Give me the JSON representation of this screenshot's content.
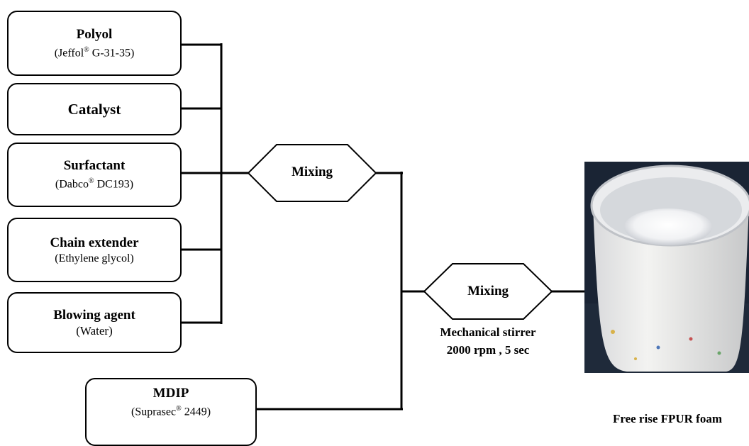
{
  "inputs": [
    {
      "id": "polyol",
      "name": "Polyol",
      "detail_pre": "(Jeffol",
      "detail_post": " G-31-35)"
    },
    {
      "id": "catalyst",
      "name": "Catalyst",
      "detail_pre": "",
      "detail_post": ""
    },
    {
      "id": "surfactant",
      "name": "Surfactant",
      "detail_pre": "(Dabco",
      "detail_post": " DC193)"
    },
    {
      "id": "chain-extender",
      "name": "Chain extender",
      "detail_pre": "(Ethylene glycol)",
      "detail_post": ""
    },
    {
      "id": "blowing-agent",
      "name": "Blowing agent",
      "detail_pre": "(Water)",
      "detail_post": ""
    }
  ],
  "mdip": {
    "name": "MDIP",
    "detail_pre": "(Suprasec",
    "detail_post": " 2449)"
  },
  "registered_mark": "®",
  "mixing1": {
    "label": "Mixing"
  },
  "mixing2": {
    "label": "Mixing",
    "caption_line1": "Mechanical stirrer",
    "caption_line2": "2000 rpm , 5 sec"
  },
  "result": {
    "caption": "Free rise FPUR foam"
  }
}
